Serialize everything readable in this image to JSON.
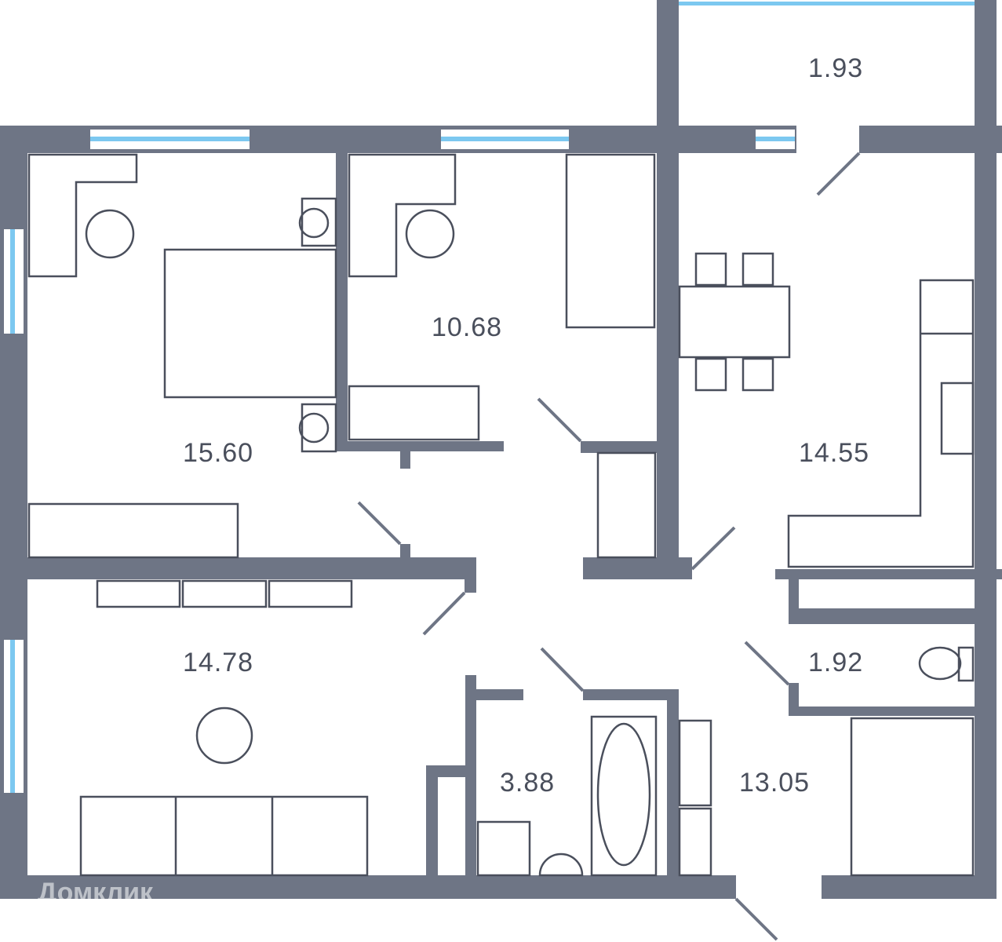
{
  "plan": {
    "rooms": [
      {
        "id": "balcony",
        "area": "1.93"
      },
      {
        "id": "bedroom-1",
        "area": "15.60"
      },
      {
        "id": "bedroom-2",
        "area": "10.68"
      },
      {
        "id": "kitchen",
        "area": "14.55"
      },
      {
        "id": "living-room",
        "area": "14.78"
      },
      {
        "id": "wc",
        "area": "1.92"
      },
      {
        "id": "bathroom",
        "area": "3.88"
      },
      {
        "id": "hallway",
        "area": "13.05"
      }
    ],
    "colors": {
      "wall": "#6e7585",
      "window": "#7cc8f0",
      "furniture": "#4a4f5c"
    }
  },
  "watermark": "Домклик"
}
